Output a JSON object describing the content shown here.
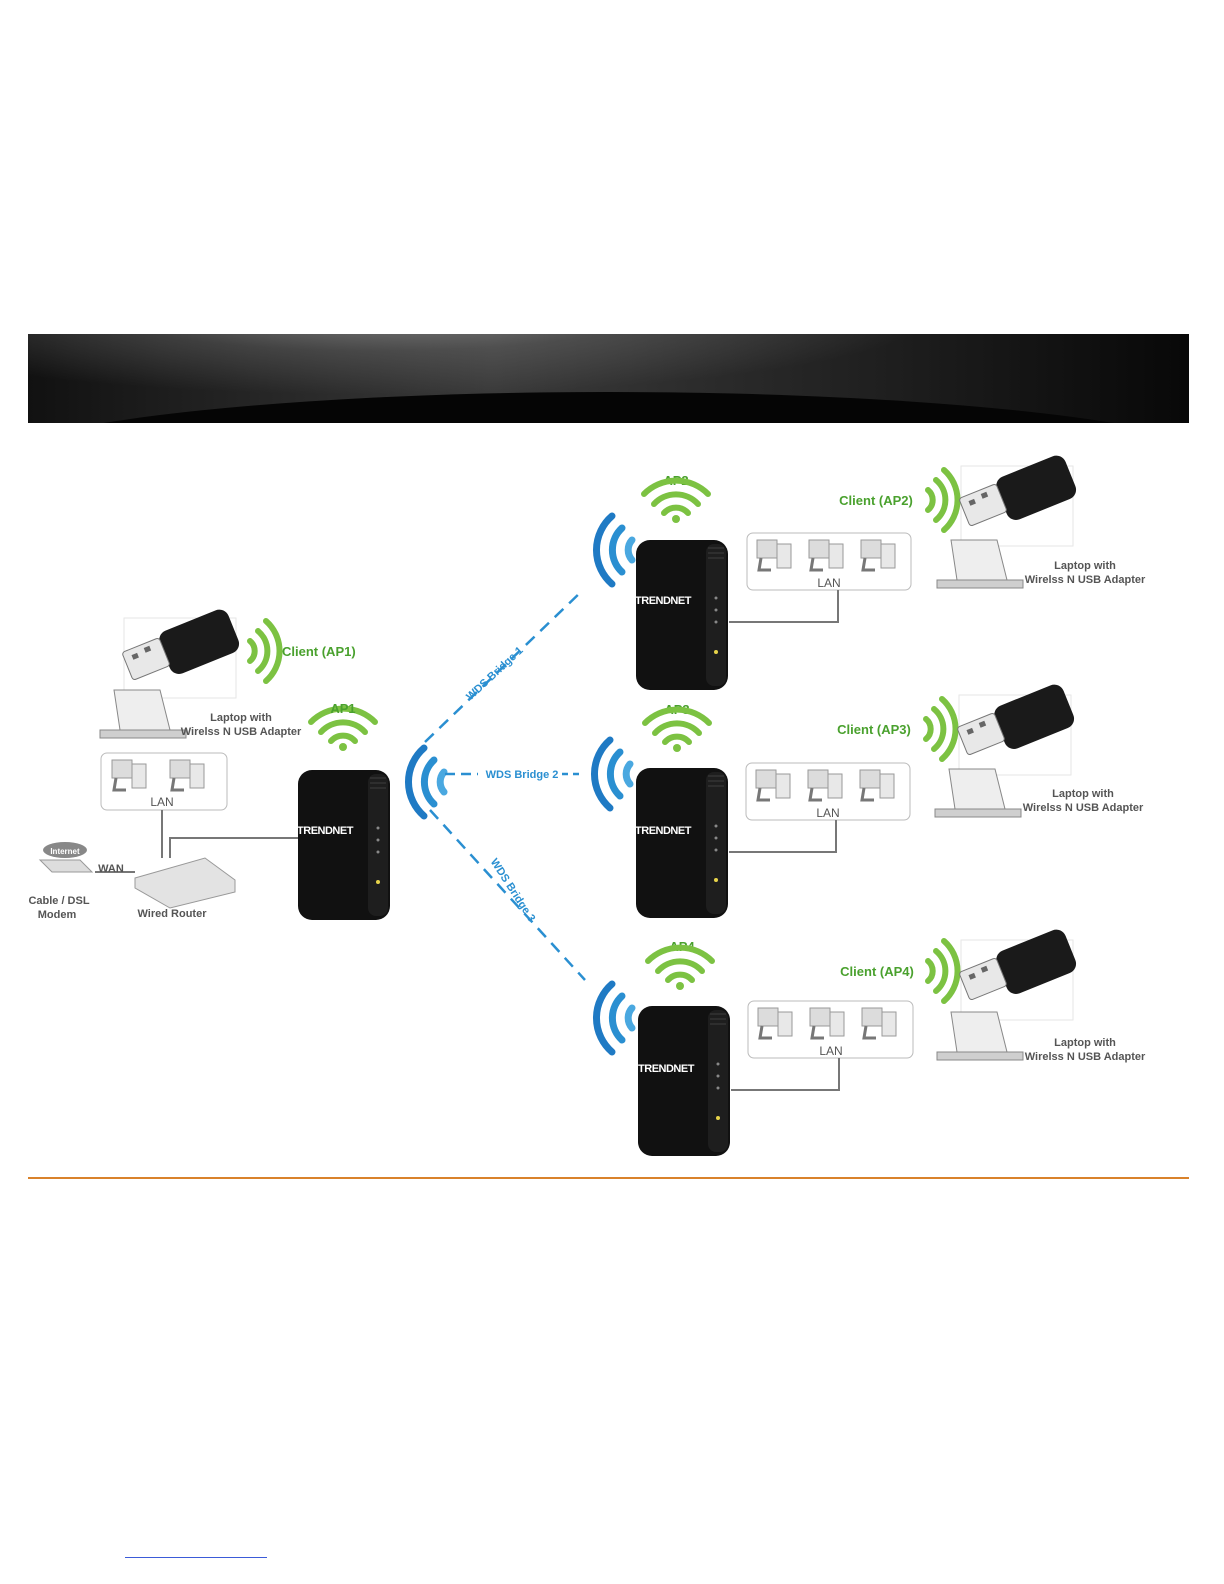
{
  "access_points": [
    {
      "label": "AP1",
      "client_label": "Client (AP1)"
    },
    {
      "label": "AP2",
      "client_label": "Client (AP2)"
    },
    {
      "label": "AP3",
      "client_label": "Client (AP3)"
    },
    {
      "label": "AP4",
      "client_label": "Client (AP4)"
    }
  ],
  "router_brand": "TRENDNET",
  "bridges": [
    "WDS Bridge 1",
    "WDS Bridge 2",
    "WDS Bridge 3"
  ],
  "laptop": {
    "line1": "Laptop with",
    "line2": "Wirelss N USB Adapter"
  },
  "lan_label": "LAN",
  "wan_label": "WAN",
  "internet_label": "Internet",
  "modem": {
    "line1": "Cable / DSL",
    "line2": "Modem"
  },
  "wired_router_label": "Wired Router",
  "colors": {
    "wifi_green": "#7cc242",
    "label_green": "#4aa12e",
    "bridge_blue": "#2a8fd1",
    "accent_rule": "#d9822b"
  }
}
